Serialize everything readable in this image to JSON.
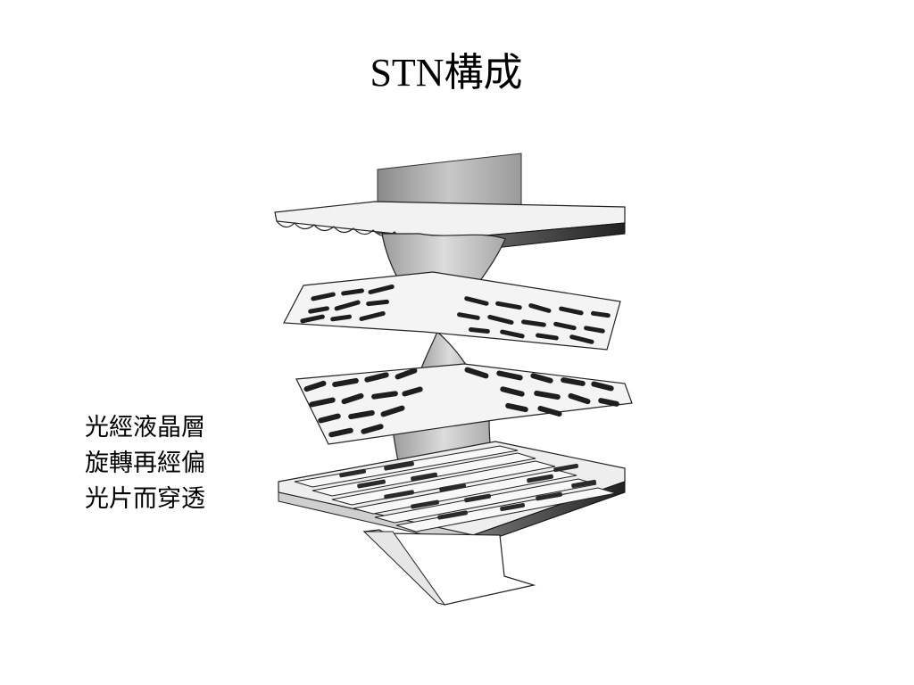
{
  "slide": {
    "title": "STN構成",
    "caption_lines": [
      "光經液晶層",
      "旋轉再經偏",
      "光片而穿透"
    ]
  },
  "colors": {
    "background": "#ffffff",
    "ink": "#000000",
    "light_beam": "#bfbfbf",
    "polarizer_fin": "#a0a0a0",
    "plate_fill": "#f2f2f2",
    "crystal_dark": "#222222"
  },
  "icons": {
    "light_ray": "downward-arrow",
    "polarizer": "plate-with-fin"
  }
}
